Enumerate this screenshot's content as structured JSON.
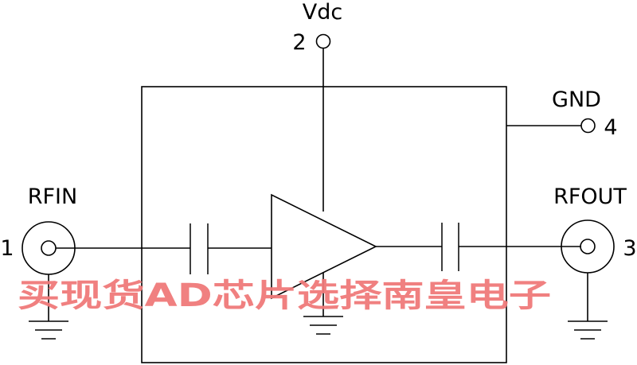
{
  "diagram": {
    "pins": [
      {
        "id": "vdc",
        "name": "Vdc",
        "number": "2"
      },
      {
        "id": "gnd",
        "name": "GND",
        "number": "4"
      },
      {
        "id": "rfin",
        "name": "RFIN",
        "number": "1"
      },
      {
        "id": "rfout",
        "name": "RFOUT",
        "number": "3"
      }
    ]
  },
  "watermark": {
    "text": "买现货AD芯片选择南皇电子",
    "color": "#f07a7a"
  }
}
